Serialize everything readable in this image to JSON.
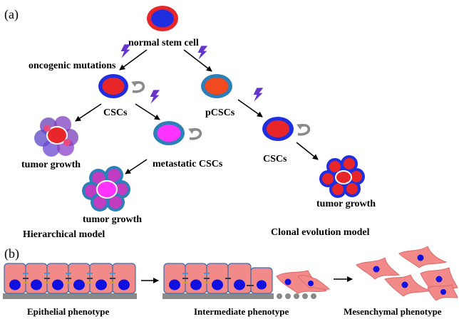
{
  "panels": {
    "a": "(a)",
    "b": "(b)"
  },
  "labels": {
    "normal_stem_cell": "normal stem cell",
    "oncogenic_mutations": "oncogenic mutations",
    "cscs_left": "CSCs",
    "pcscs": "pCSCs",
    "tumor_growth_left": "tumor growth",
    "metastatic_cscs": "metastatic CSCs",
    "cscs_right": "CSCs",
    "tumor_growth_mid": "tumor growth",
    "tumor_growth_right": "tumor growth",
    "hierarchical_model": "Hierarchical model",
    "clonal_evolution_model": "Clonal evolution model",
    "epithelial_phenotype": "Epithelial phenotype",
    "intermediate_phenotype": "Intermediate phenotype",
    "mesenchymal_phenotype": "Mesenchymal phenotype"
  },
  "colors": {
    "cell_red": "#e8262a",
    "cell_blue": "#1f2fe0",
    "cell_orange": "#f04a1e",
    "cell_teal": "#2c7fb8",
    "cell_magenta": "#ff33ff",
    "lightning": "#6633cc",
    "self_renewal_arrow": "#8a8a8a",
    "epithelial_fill": "#f28a8a",
    "nucleus": "#1010e0",
    "membrane": "#808080"
  },
  "icons": [
    "lightning-icon",
    "self-renewal-arrow-icon",
    "arrow-icon"
  ]
}
